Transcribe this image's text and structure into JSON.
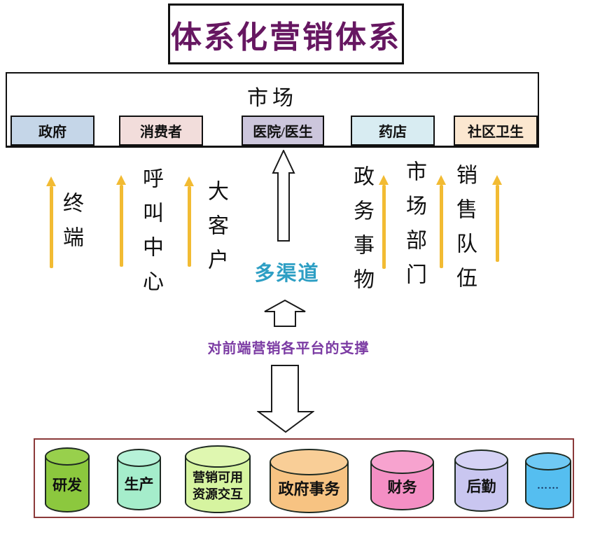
{
  "title": {
    "text": "体系化营销体系",
    "color": "#661761"
  },
  "market": {
    "label": "市场",
    "segments": [
      {
        "label": "政府",
        "color": "#C5D6E8"
      },
      {
        "label": "消费者",
        "color": "#F2DDDB"
      },
      {
        "label": "医院/医生",
        "color": "#CCC6DC"
      },
      {
        "label": "药店",
        "color": "#D8ECF2"
      },
      {
        "label": "社区卫生",
        "color": "#FBE7D0"
      }
    ]
  },
  "channels": {
    "arrow_color": "#F2BB33",
    "left": [
      {
        "label": "终端"
      },
      {
        "label": "呼叫中心"
      },
      {
        "label": "大客户"
      }
    ],
    "right": [
      {
        "label": "政务事物"
      },
      {
        "label": "市场部门"
      },
      {
        "label": "销售队伍"
      }
    ]
  },
  "center": {
    "multichannel": {
      "text": "多渠道",
      "color": "#2E9FC4"
    },
    "support": {
      "text": "对前端营销各平台的支撑",
      "color": "#7B3BA3"
    }
  },
  "platforms": {
    "border_color": "#8B3A3A",
    "items": [
      {
        "label": "研发",
        "label2": "",
        "color": "#8CC83E",
        "top_color": "#98D04C"
      },
      {
        "label": "生产",
        "label2": "",
        "color": "#A5EDCB",
        "top_color": "#B6F2D8"
      },
      {
        "label": "营销可用",
        "label2": "资源交互",
        "color": "#D6F4A0",
        "top_color": "#DFF7B0"
      },
      {
        "label": "政府事务",
        "label2": "",
        "color": "#F7C382",
        "top_color": "#F9CE97"
      },
      {
        "label": "财务",
        "label2": "",
        "color": "#F48FC4",
        "top_color": "#F7A3CF"
      },
      {
        "label": "后勤",
        "label2": "",
        "color": "#C9C6F0",
        "top_color": "#D5D2F5"
      },
      {
        "label": "……",
        "label2": "",
        "color": "#55BEF0",
        "top_color": "#6FC9F4"
      }
    ]
  }
}
